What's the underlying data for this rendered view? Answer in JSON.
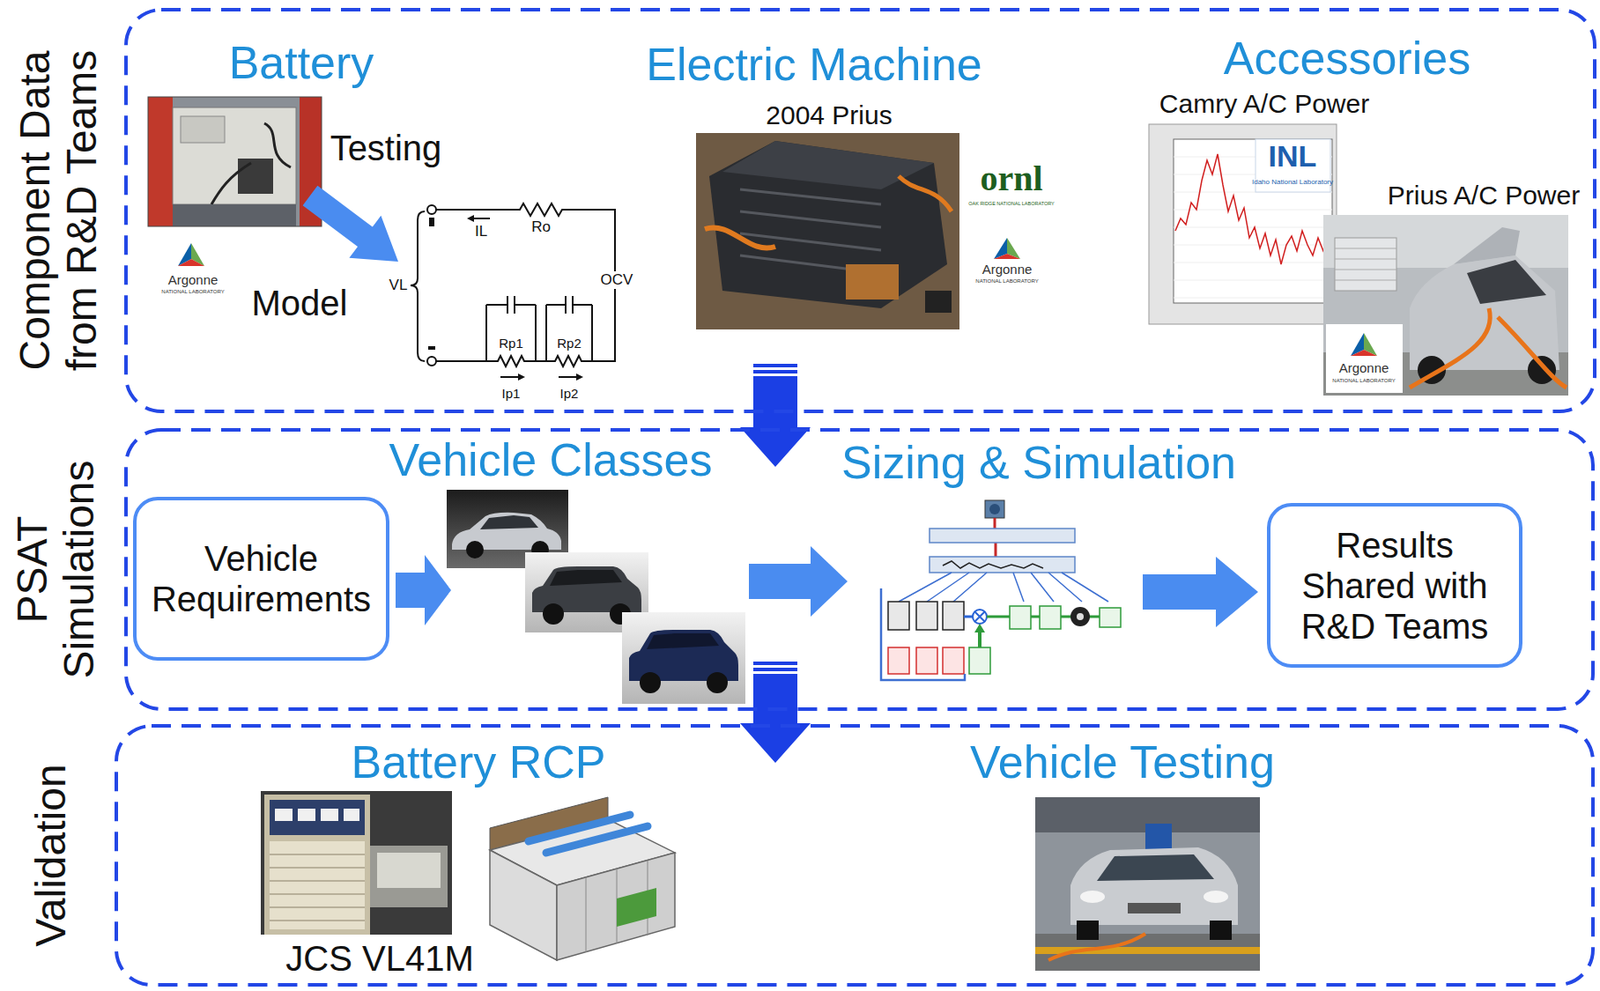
{
  "diagram": {
    "nodes": [
      {
        "text": [
          "Component Data from R&D Teams"
        ]
      },
      {
        "text": [
          "PSAT Simulations"
        ]
      },
      {
        "text": [
          "Vehicle Requirements"
        ],
        "in": 1
      },
      {
        "text": [
          "Results Shared with R&D Teams"
        ],
        "in": 1
      },
      {
        "text": [
          "Validation"
        ]
      }
    ],
    "edges": [
      {
        "from": 0,
        "to": 1,
        "arrow": "to"
      },
      {
        "from": 1,
        "to": 4,
        "arrow": "to"
      }
    ],
    "labels": [
      "Battery",
      "Testing",
      "Model",
      "Argonne",
      "NATIONAL LABORATORY",
      "IL",
      "Ro",
      "VL",
      "OCV",
      "Rp1",
      "Rp2",
      "Ip1",
      "Ip2",
      "Electric Machine",
      "2004 Prius",
      "ornl",
      "OAK RIDGE NATIONAL LABORATORY",
      "Argonne",
      "NATIONAL LABORATORY",
      "Accessories",
      "Camry A/C Power",
      "INL",
      "Idaho National Laboratory",
      "Prius A/C Power",
      "Argonne",
      "NATIONAL LABORATORY",
      "Vehicle Classes",
      "Sizing & Simulation",
      "Battery RCP",
      "JCS VL41M",
      "Vehicle Testing"
    ]
  }
}
